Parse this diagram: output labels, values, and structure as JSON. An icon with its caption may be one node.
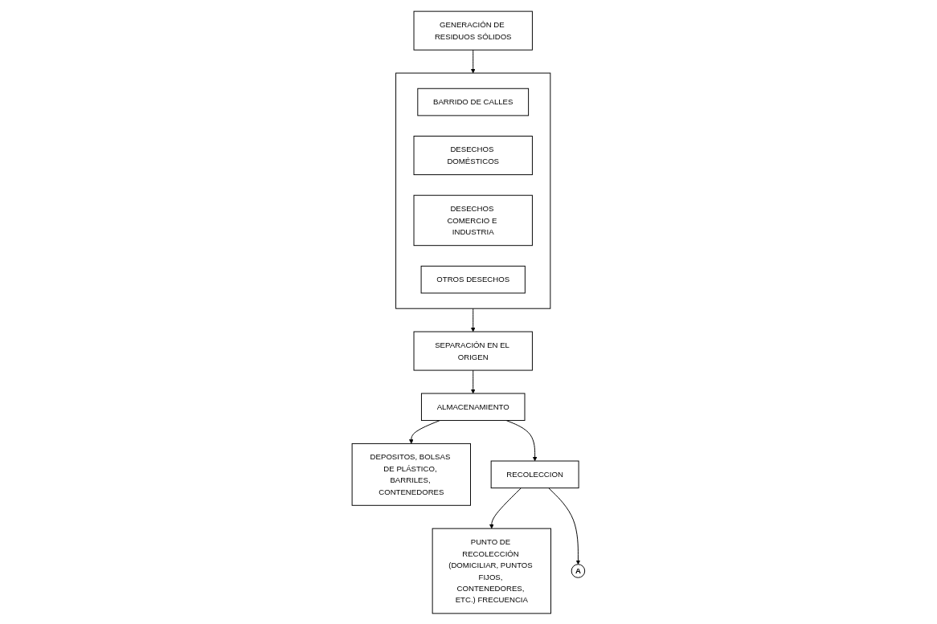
{
  "diagram": {
    "nodes": [
      {
        "text": [
          "GENERACIÓN DE RESIDUOS SÓLIDOS"
        ]
      },
      {
        "text": [],
        "shape": "box"
      },
      {
        "text": [
          "BARRIDO DE CALLES"
        ],
        "in": 1
      },
      {
        "text": [
          "DESECHOS DOMÉSTICOS"
        ],
        "in": 1
      },
      {
        "text": [
          "DESECHOS COMERCIO E INDUSTRIA"
        ],
        "in": 1
      },
      {
        "text": [
          "OTROS DESECHOS"
        ],
        "in": 1
      },
      {
        "text": [
          "SEPARACIÓN EN EL ORIGEN"
        ]
      },
      {
        "text": [
          "ALMACENAMIENTO"
        ]
      },
      {
        "text": [
          "DEPOSITOS, BOLSAS DE PLÁSTICO, BARRILES, CONTENEDORES"
        ]
      },
      {
        "text": [
          "PUNTO DE RECOLECCIÓN (DOMICILIAR, PUNTOS FIJOS, CONTENEDORES, ETC.) FRECUENCIA"
        ]
      },
      {
        "text": [
          "RECOLECCION"
        ]
      },
      {
        "text": [
          "A"
        ]
      }
    ],
    "edges": [
      {
        "from": 0,
        "to": 1,
        "arrow": "to"
      },
      {
        "from": 1,
        "to": 6,
        "arrow": "to"
      },
      {
        "from": 6,
        "to": 7,
        "arrow": "to"
      },
      {
        "from": 7,
        "to": 8,
        "arrow": "to"
      },
      {
        "from": 7,
        "to": 10,
        "arrow": "to"
      },
      {
        "from": 10,
        "to": 9,
        "arrow": "to"
      },
      {
        "from": 10,
        "to": 11,
        "arrow": "to"
      }
    ]
  }
}
